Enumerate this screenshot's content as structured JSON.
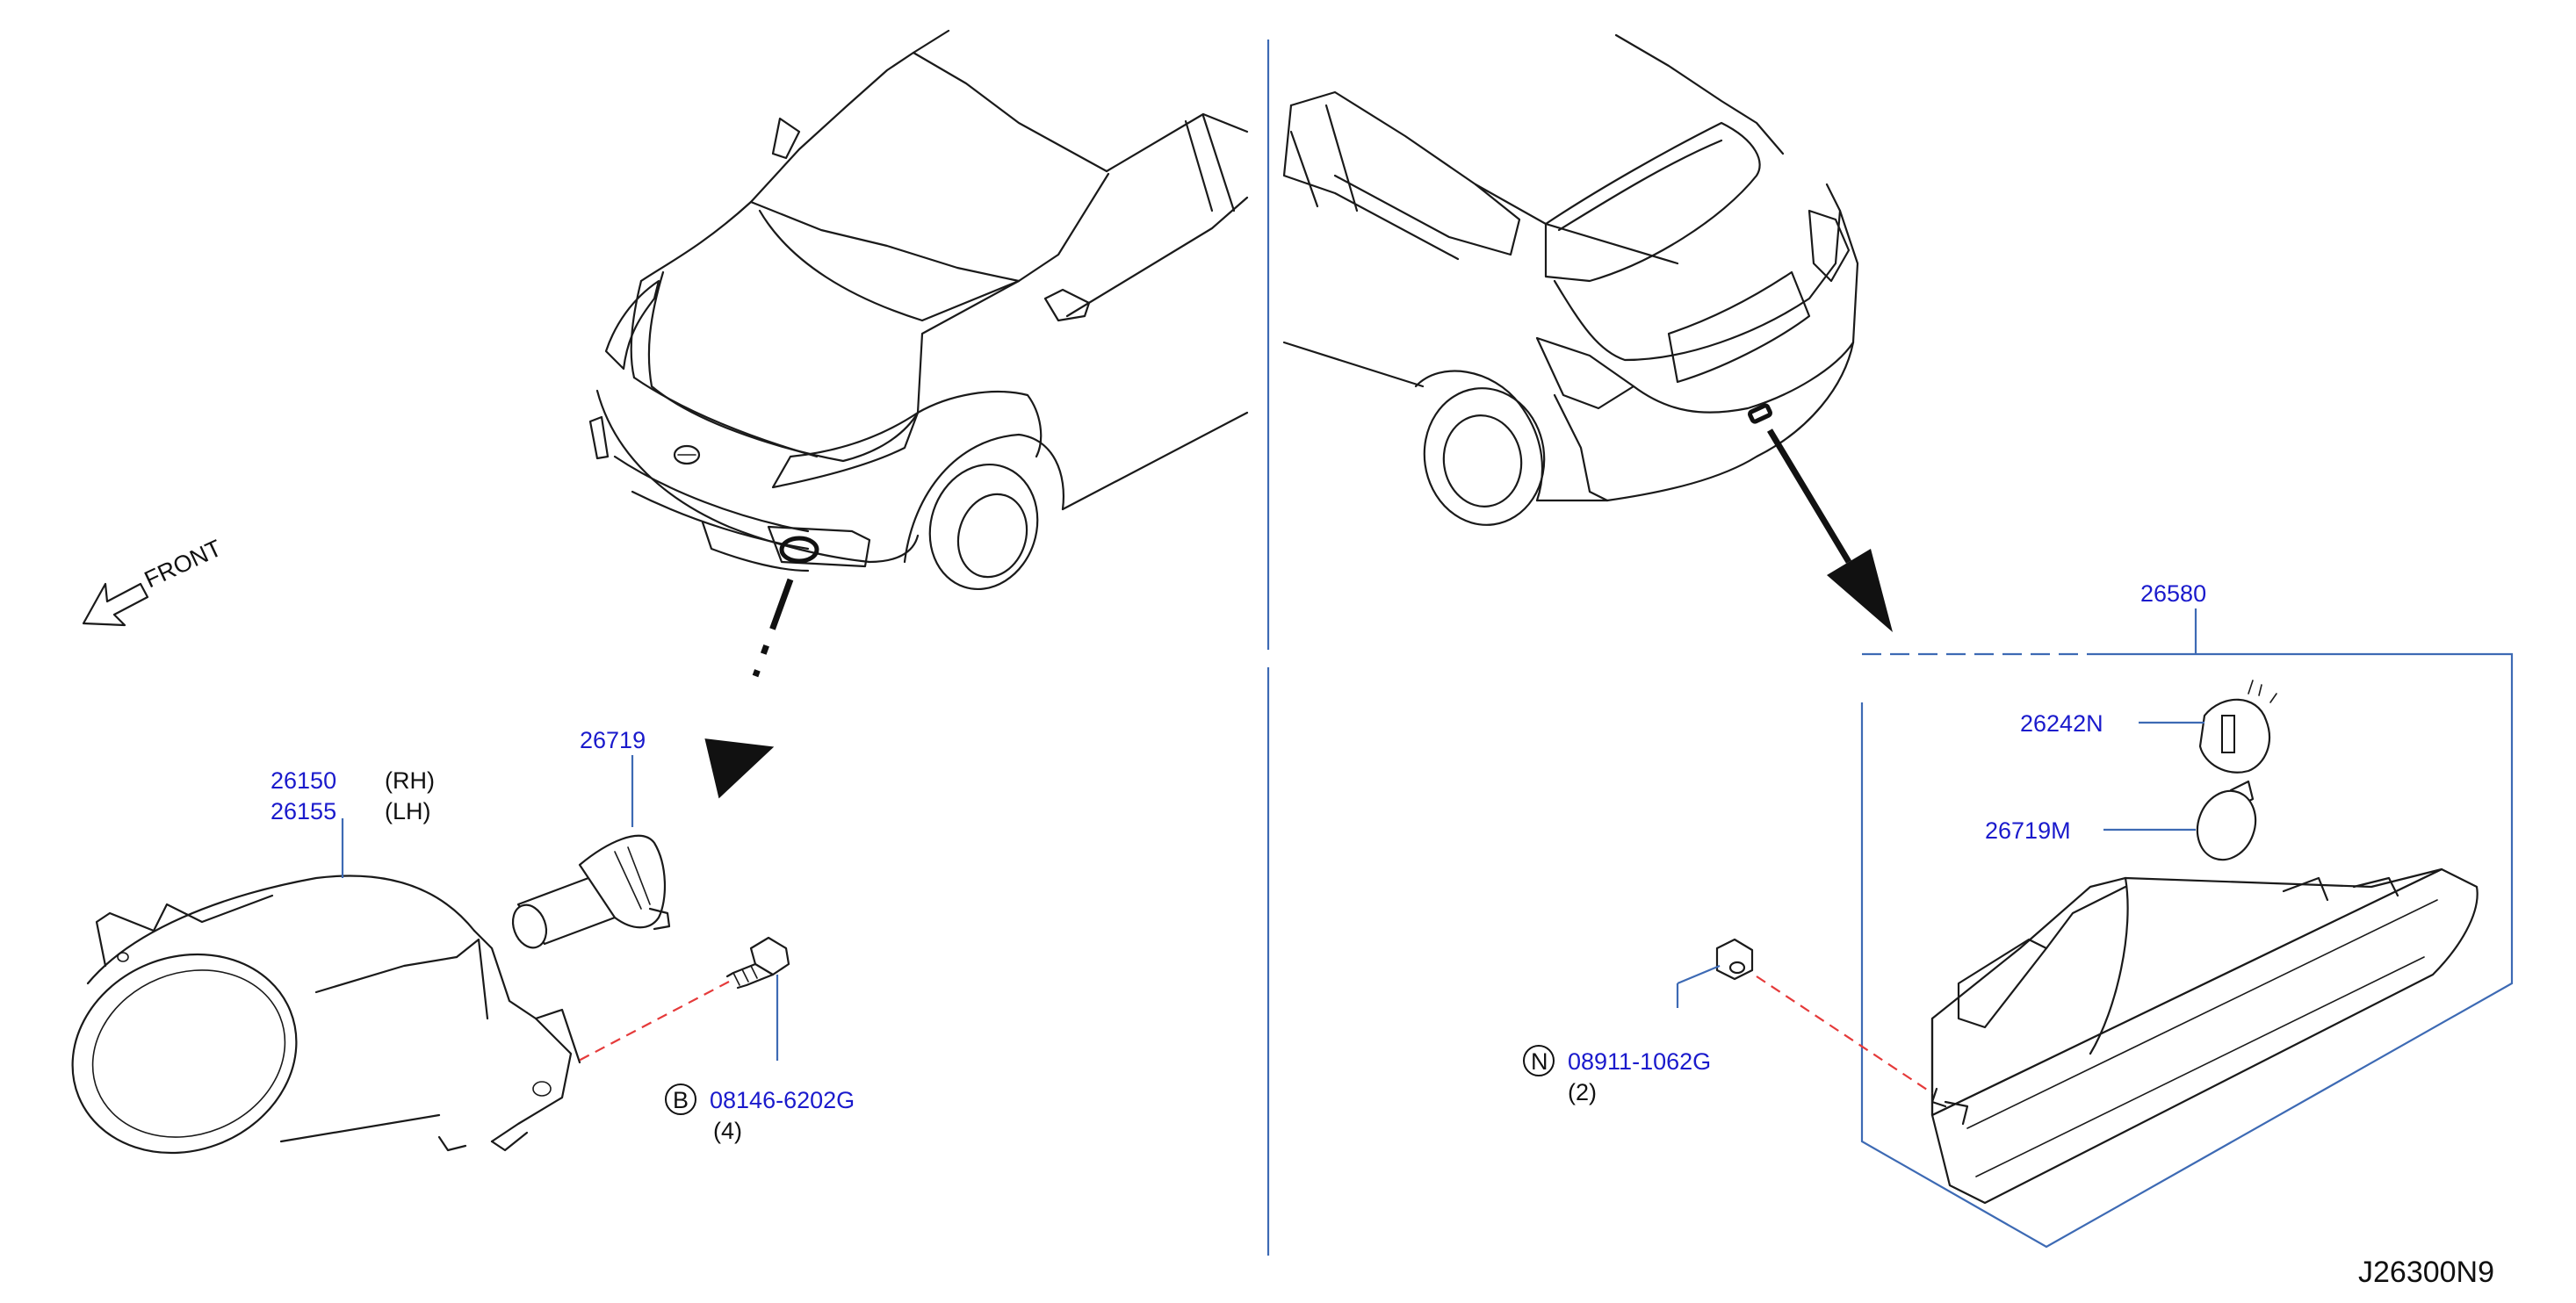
{
  "front_label": "FRONT",
  "front_fog_lamp": {
    "part_rh": "26150",
    "part_lh": "26155",
    "side_rh": "(RH)",
    "side_lh": "(LH)"
  },
  "front_bulb": {
    "part": "26719"
  },
  "front_bolt": {
    "symbol": "B",
    "part": "08146-6202G",
    "qty": "(4)"
  },
  "rear_fog_lamp": {
    "part": "26580"
  },
  "rear_socket": {
    "part": "26242N"
  },
  "rear_bulb": {
    "part": "26719M"
  },
  "rear_nut": {
    "symbol": "N",
    "part": "08911-1062G",
    "qty": "(2)"
  },
  "diagram_code": "J26300N9",
  "colors": {
    "part_number": "#1a1acc",
    "leader": "#3d6ab4",
    "fastener_dash": "#e53a3a",
    "ink": "#1a1a1a"
  }
}
